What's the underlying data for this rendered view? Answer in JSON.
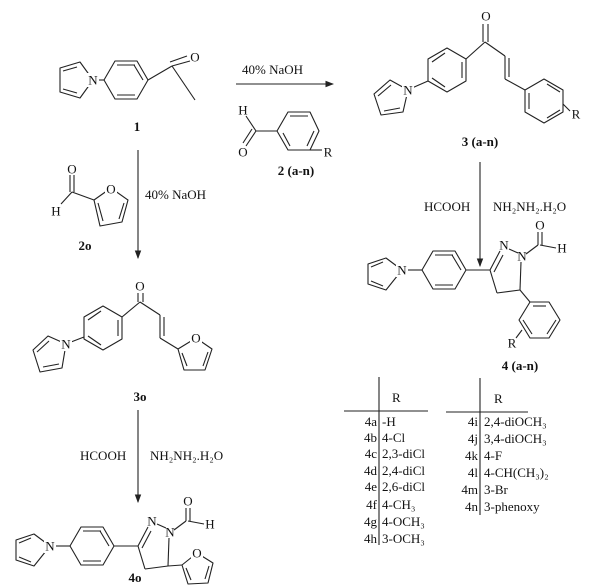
{
  "atoms": {
    "N": "N",
    "O": "O",
    "H": "H",
    "R": "R"
  },
  "compounds": {
    "c1": "1",
    "c2": "2 (a-n)",
    "c3": "3 (a-n)",
    "c4": "4 (a-n)",
    "c2o": "2o",
    "c3o": "3o",
    "c4o": "4o"
  },
  "reagents": {
    "step1_top": "40% NaOH",
    "step1o": "40% NaOH",
    "acid": "HCOOH",
    "hydrazine": "NH₂NH₂.H₂O",
    "acid_o": "HCOOH",
    "hydrazine_o": "NH₂NH₂.H₂O"
  },
  "table_left": {
    "header": "R",
    "rows": [
      {
        "id": "4a",
        "r": "-H"
      },
      {
        "id": "4b",
        "r": "4-Cl"
      },
      {
        "id": "4c",
        "r": "2,3-diCl"
      },
      {
        "id": "4d",
        "r": "2,4-diCl"
      },
      {
        "id": "4e",
        "r": "2,6-diCl"
      },
      {
        "id": "4f",
        "r": "4-CH₃"
      },
      {
        "id": "4g",
        "r": "4-OCH₃"
      },
      {
        "id": "4h",
        "r": "3-OCH₃"
      }
    ]
  },
  "table_right": {
    "header": "R",
    "rows": [
      {
        "id": "4i",
        "r": "2,4-diOCH₃"
      },
      {
        "id": "4j",
        "r": "3,4-diOCH₃"
      },
      {
        "id": "4k",
        "r": "4-F"
      },
      {
        "id": "4l",
        "r": "4-CH(CH₃)₂"
      },
      {
        "id": "4m",
        "r": "3-Br"
      },
      {
        "id": "4n",
        "r": "3-phenoxy"
      }
    ]
  }
}
